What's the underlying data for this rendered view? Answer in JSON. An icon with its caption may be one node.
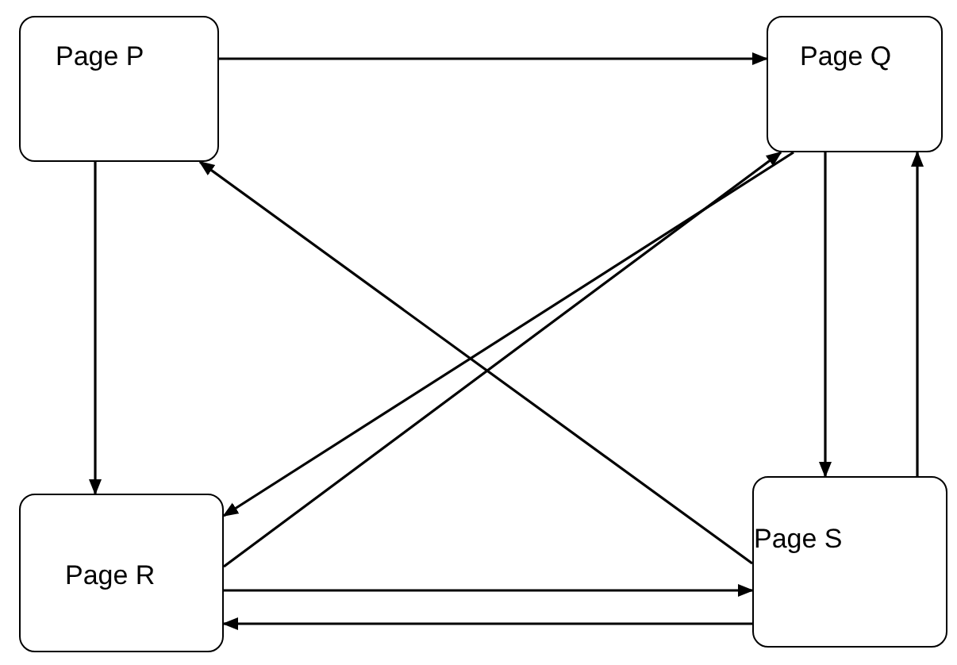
{
  "diagram": {
    "nodes": [
      {
        "text": [
          "Page P"
        ]
      },
      {
        "text": [
          "Page Q"
        ]
      },
      {
        "text": [
          "Page R"
        ]
      },
      {
        "text": [
          "Page S"
        ]
      }
    ],
    "edges": [
      {
        "from": 0,
        "to": 1,
        "arrow": "to"
      },
      {
        "from": 0,
        "to": 2,
        "arrow": "to"
      },
      {
        "from": 1,
        "to": 3,
        "arrow": "to"
      },
      {
        "from": 3,
        "to": 1,
        "arrow": "to"
      },
      {
        "from": 3,
        "to": 0,
        "arrow": "to"
      },
      {
        "from": 1,
        "to": 2,
        "arrow": "to"
      },
      {
        "from": 2,
        "to": 1,
        "arrow": "to"
      },
      {
        "from": 2,
        "to": 3,
        "arrow": "to"
      },
      {
        "from": 3,
        "to": 2,
        "arrow": "to"
      }
    ]
  }
}
